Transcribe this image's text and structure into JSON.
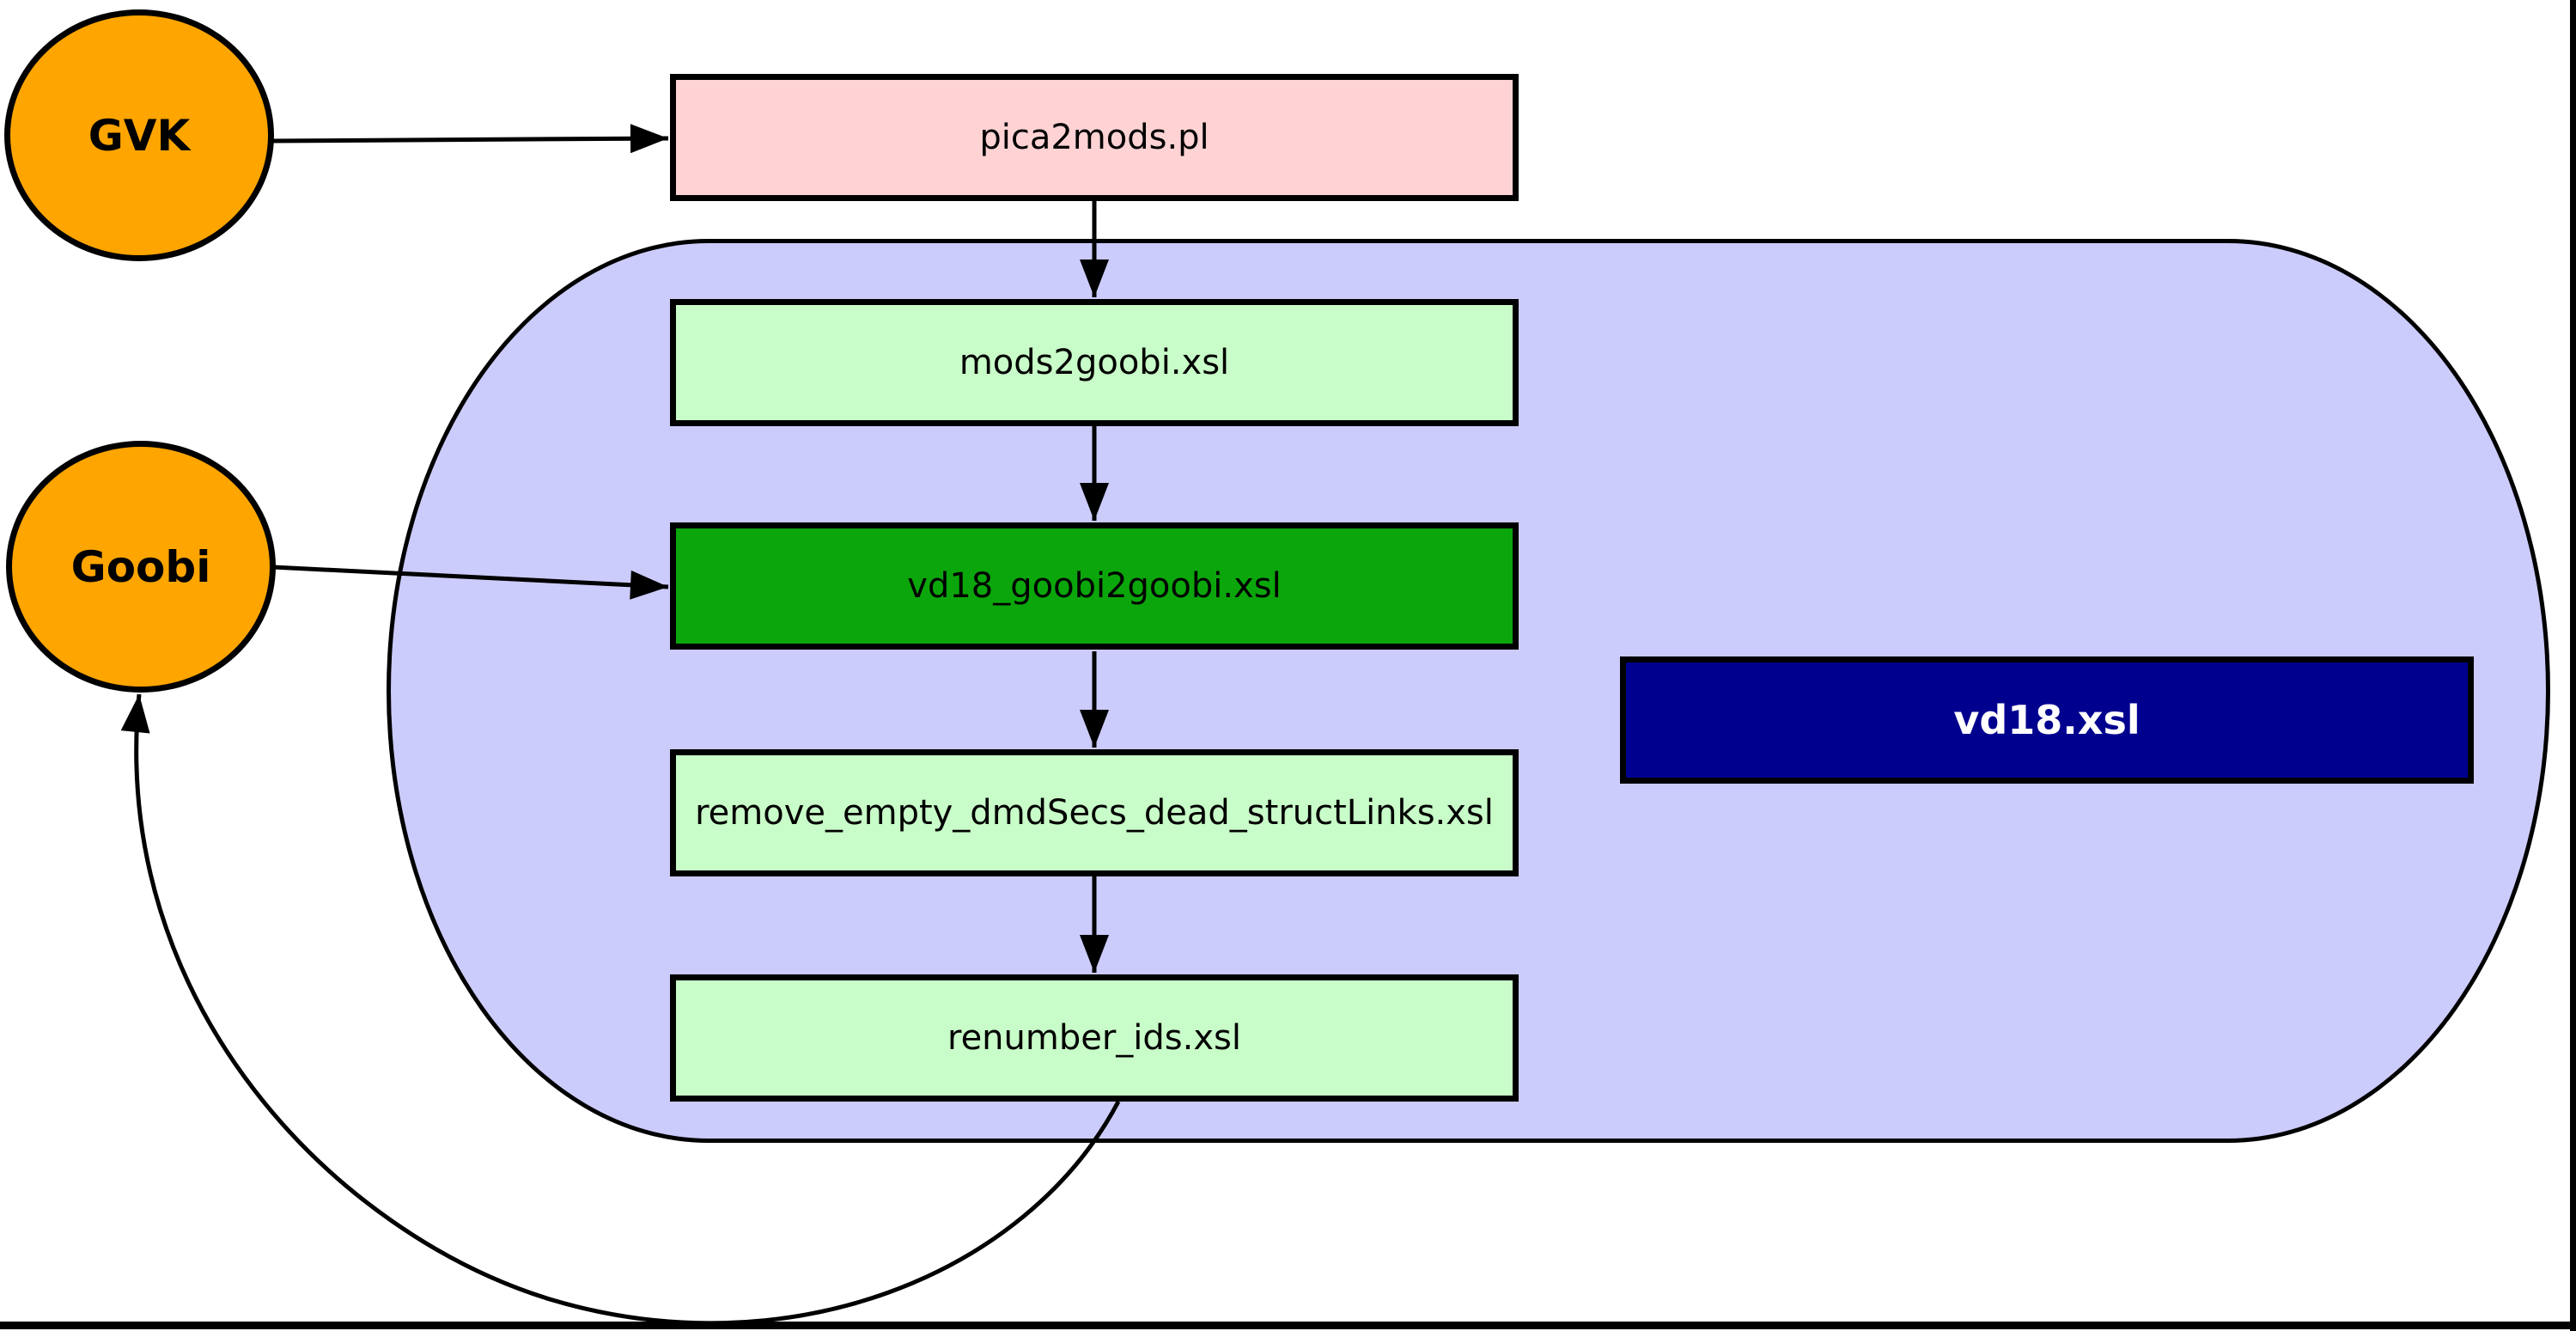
{
  "colors": {
    "canvas-bg": "#ffffff",
    "border": "#000000",
    "edge": "#000000",
    "node-orange": "#ffa500",
    "node-pink": "#ffd3d4",
    "node-palegreen": "#c8fcc8",
    "node-green": "#0ba60b",
    "node-navy": "#00008f",
    "cluster-lavender": "#ccccfc",
    "navy-label": "#ffffff"
  },
  "nodes": {
    "gvk": {
      "label": "GVK",
      "shape": "ellipse"
    },
    "goobi": {
      "label": "Goobi",
      "shape": "ellipse"
    },
    "pica2mods": {
      "label": "pica2mods.pl",
      "shape": "box"
    },
    "mods2goobi": {
      "label": "mods2goobi.xsl",
      "shape": "box"
    },
    "vd18_goobi2goobi": {
      "label": "vd18_goobi2goobi.xsl",
      "shape": "box"
    },
    "remove_empty_dmdsecs": {
      "label": "remove_empty_dmdSecs_dead_structLinks.xsl",
      "shape": "box"
    },
    "renumber_ids": {
      "label": "renumber_ids.xsl",
      "shape": "box"
    },
    "vd18": {
      "label": "vd18.xsl",
      "shape": "box"
    }
  },
  "edges": [
    {
      "from": "gvk",
      "to": "pica2mods"
    },
    {
      "from": "pica2mods",
      "to": "mods2goobi"
    },
    {
      "from": "mods2goobi",
      "to": "vd18_goobi2goobi"
    },
    {
      "from": "goobi",
      "to": "vd18_goobi2goobi"
    },
    {
      "from": "vd18_goobi2goobi",
      "to": "remove_empty_dmdsecs"
    },
    {
      "from": "remove_empty_dmdsecs",
      "to": "renumber_ids"
    },
    {
      "from": "renumber_ids",
      "to": "goobi"
    }
  ]
}
